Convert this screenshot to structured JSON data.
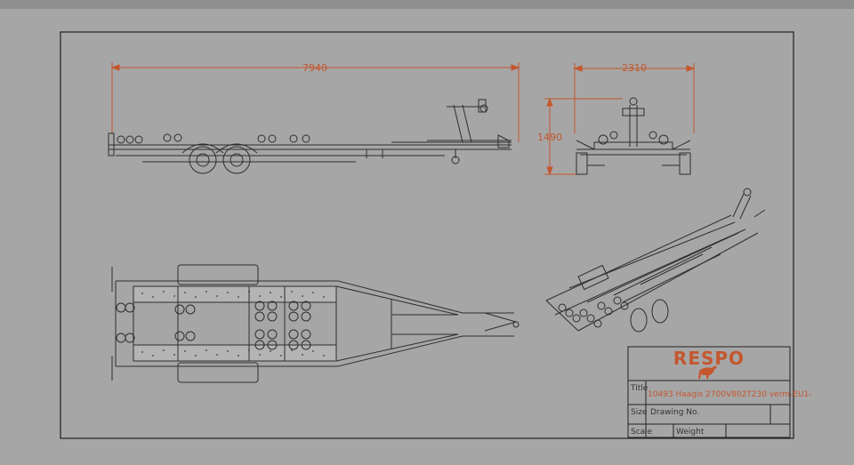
{
  "dimensions": {
    "length": "7940",
    "width": "2310",
    "height": "1490"
  },
  "title_block": {
    "brand": "RESPO",
    "title_label": "Title",
    "title_value": "10493 Haagis 2700V802T230 verm-EU1-",
    "size_label": "Size",
    "drawing_no_label": "Drawing No.",
    "scale_label": "Scale",
    "weight_label": "Weight"
  },
  "colors": {
    "line": "#2e2e2e",
    "dimension": "#c4572f",
    "background": "#a6a6a6"
  }
}
